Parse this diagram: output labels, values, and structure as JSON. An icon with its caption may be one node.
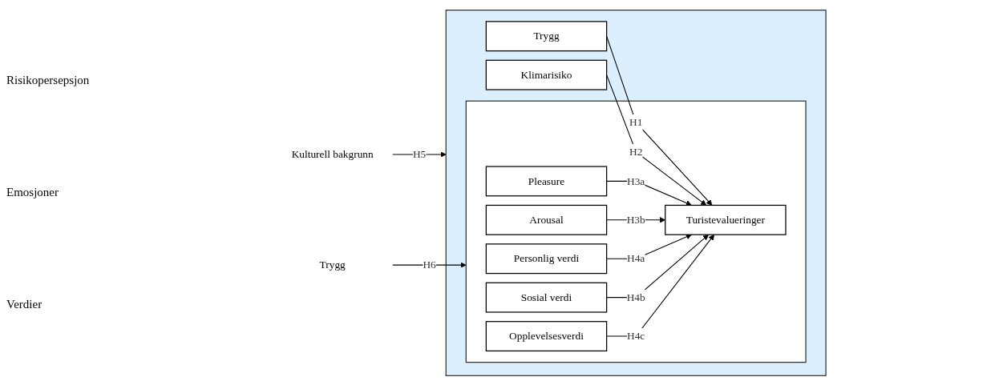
{
  "diagram": {
    "nodes": [
      {
        "text": [],
        "shape": "box"
      },
      {
        "text": [
          "Trygg"
        ],
        "in": 0
      },
      {
        "text": [
          "Klimarisiko"
        ],
        "in": 0
      },
      {
        "text": [],
        "shape": "box",
        "in": 0
      },
      {
        "text": [
          "Pleasure"
        ],
        "in": 3
      },
      {
        "text": [
          "Arousal"
        ],
        "in": 3
      },
      {
        "text": [
          "Personlig verdi"
        ],
        "in": 3
      },
      {
        "text": [
          "Sosial verdi"
        ],
        "in": 3
      },
      {
        "text": [
          "Opplevelsesverdi"
        ],
        "in": 3
      },
      {
        "text": [
          "Turistevalueringer"
        ],
        "in": 3
      },
      {
        "text": [
          "Kulturell bakgrunn"
        ]
      },
      {
        "text": [
          "Trygg"
        ]
      }
    ],
    "edges": [
      {
        "from": 1,
        "to": 9,
        "arrow": "to",
        "label": "H1"
      },
      {
        "from": 2,
        "to": 9,
        "arrow": "to",
        "label": "H2"
      },
      {
        "from": 4,
        "to": 9,
        "arrow": "to",
        "label": "H3a"
      },
      {
        "from": 5,
        "to": 9,
        "arrow": "to",
        "label": "H3b"
      },
      {
        "from": 6,
        "to": 9,
        "arrow": "to",
        "label": "H4a"
      },
      {
        "from": 7,
        "to": 9,
        "arrow": "to",
        "label": "H4b"
      },
      {
        "from": 8,
        "to": 9,
        "arrow": "to",
        "label": "H4c"
      },
      {
        "from": 10,
        "to": 0,
        "arrow": "to",
        "label": "H5"
      },
      {
        "from": 11,
        "to": 3,
        "arrow": "to",
        "label": "H6"
      }
    ],
    "labels": [
      "Risikopersepsjon",
      "Emosjoner",
      "Verdier"
    ]
  }
}
